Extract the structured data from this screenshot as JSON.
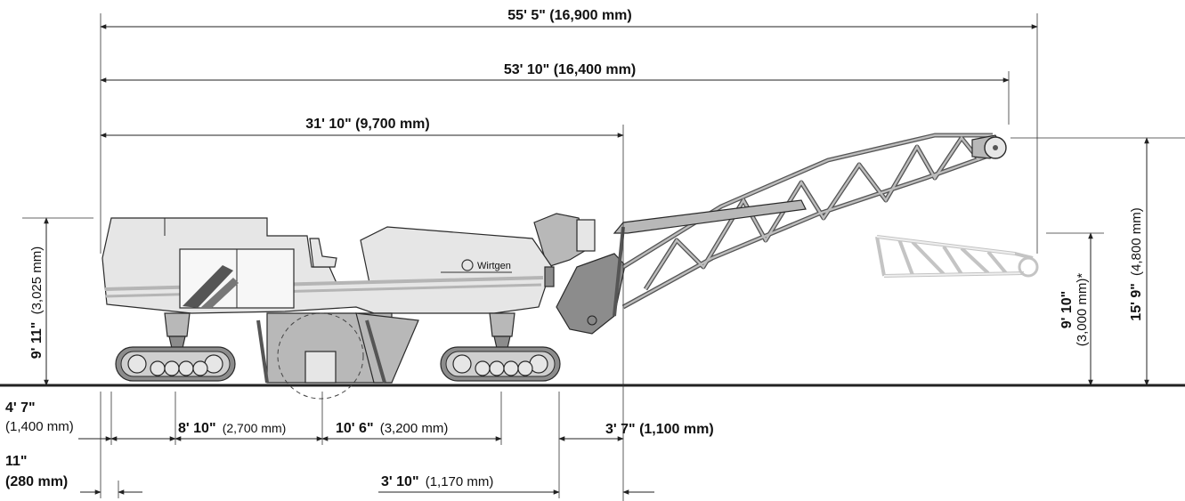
{
  "brand": "Wirtgen",
  "dimensions": {
    "overall_length_max": "55' 5\" (16,900 mm)",
    "overall_length": "53' 10\" (16,400 mm)",
    "length_to_conveyor_joint": "31' 10\" (9,700 mm)",
    "height_machine_ft": "9' 11\"",
    "height_machine_mm": "(3,025 mm)",
    "conveyor_height_max_ft": "15' 9\"",
    "conveyor_height_max_mm": "(4,800 mm)",
    "conveyor_height_low_ft": "9' 10\"",
    "conveyor_height_low_mm": "(3,000 mm)*",
    "front_overhang_ft": "4' 7\"",
    "front_overhang_mm": "(1,400 mm)",
    "track_to_drum_ft": "8' 10\"",
    "track_to_drum_mm": "(2,700 mm)",
    "drum_to_track_ft": "10' 6\"",
    "drum_to_track_mm": "(3,200 mm)",
    "rear_overhang": "3' 7\" (1,100 mm)",
    "front_offset_ft": "11\"",
    "front_offset_mm": "(280 mm)",
    "rear_offset_ft": "3' 10\"",
    "rear_offset_mm": "(1,170 mm)"
  },
  "colors": {
    "line": "#222222",
    "machine_body": "#e6e6e6",
    "machine_dark": "#8c8c8c",
    "ghost_conveyor": "#c4c4c4"
  }
}
